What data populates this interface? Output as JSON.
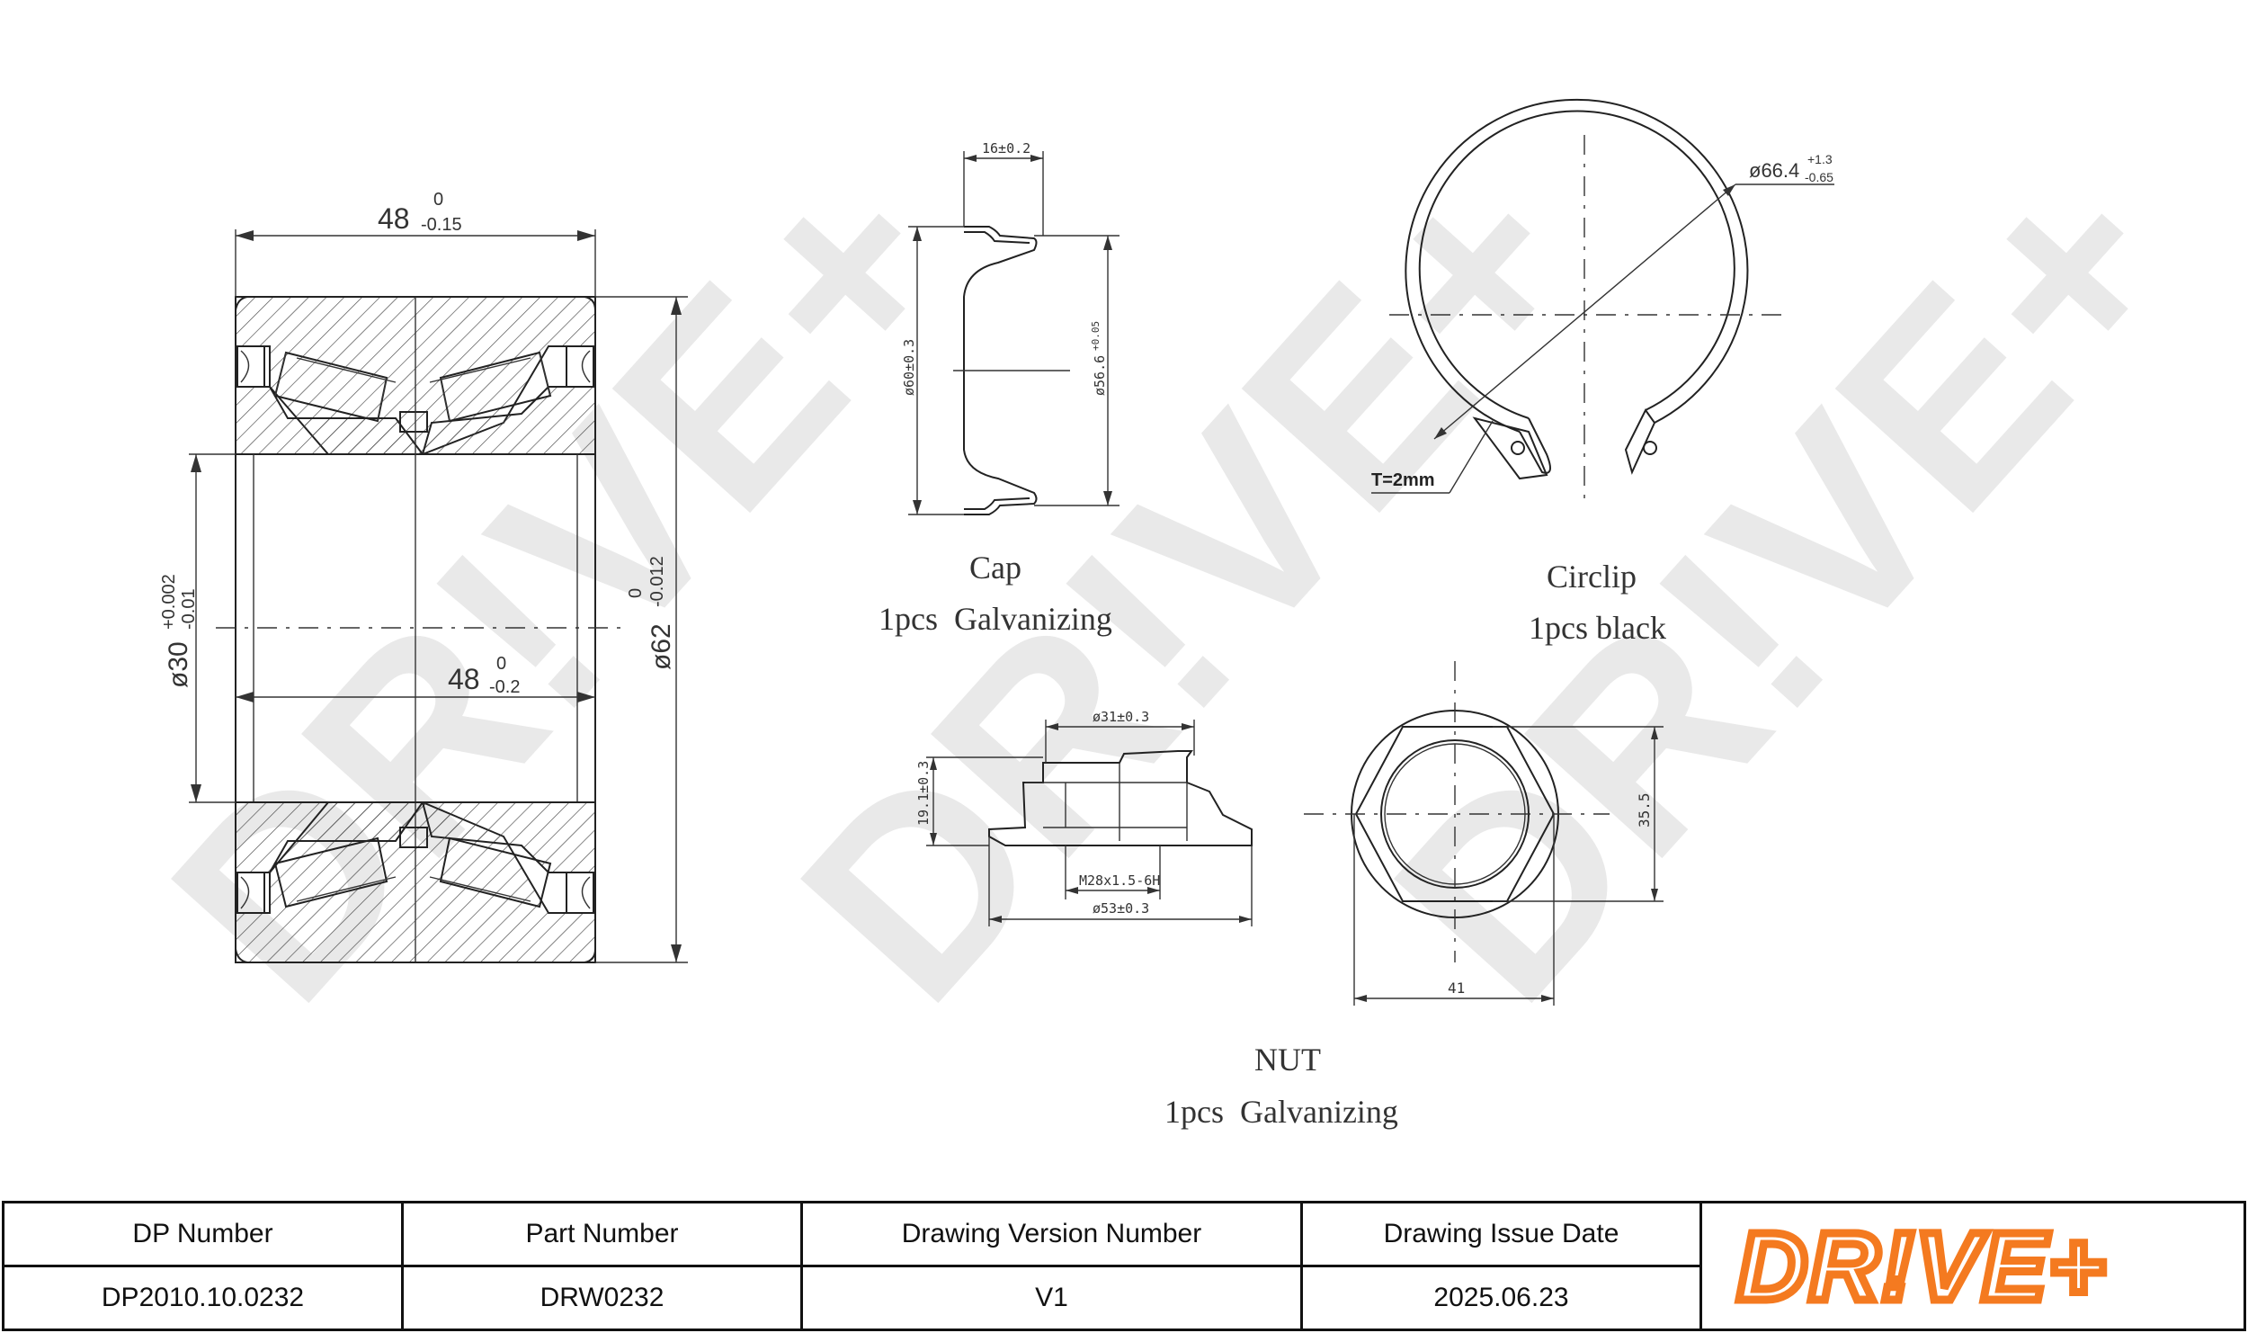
{
  "drawing": {
    "bearing": {
      "width_top": "48",
      "width_top_tol_upper": "0",
      "width_top_tol_lower": "-0.15",
      "width_inner": "48",
      "width_inner_tol_upper": "0",
      "width_inner_tol_lower": "-0.2",
      "bore": "ø30",
      "bore_tol_upper": "+0.002",
      "bore_tol_lower": "-0.01",
      "outer_dia": "ø62",
      "outer_tol_upper": "0",
      "outer_tol_lower": "-0.012"
    },
    "cap": {
      "dim_width": "16±0.2",
      "dim_dia_left": "ø60±0.3",
      "dim_dia_right": "ø56.6",
      "dim_dia_right_tol": "+0.05",
      "title": "Cap",
      "desc": "1pcs  Galvanizing"
    },
    "circlip": {
      "dim_dia": "ø66.4",
      "dim_tol_upper": "+1.3",
      "dim_tol_lower": "-0.65",
      "thickness": "T=2mm",
      "title": "Circlip",
      "desc": "1pcs black"
    },
    "nut": {
      "dim_top": "ø31±0.3",
      "dim_height": "19.1±0.3",
      "thread": "M28x1.5-6H",
      "dim_bottom": "ø53±0.3",
      "dim_across_flats": "35.5",
      "dim_width": "41",
      "title": "NUT",
      "desc": "1pcs  Galvanizing"
    },
    "watermark": "DR!VE+"
  },
  "title_block": {
    "headers": [
      "DP Number",
      "Part Number",
      "Drawing Version Number",
      "Drawing Issue Date"
    ],
    "values": [
      "DP2010.10.0232",
      "DRW0232",
      "V1",
      "2025.06.23"
    ],
    "logo_text": "DR!VE+",
    "logo_color": "#f47a20"
  }
}
